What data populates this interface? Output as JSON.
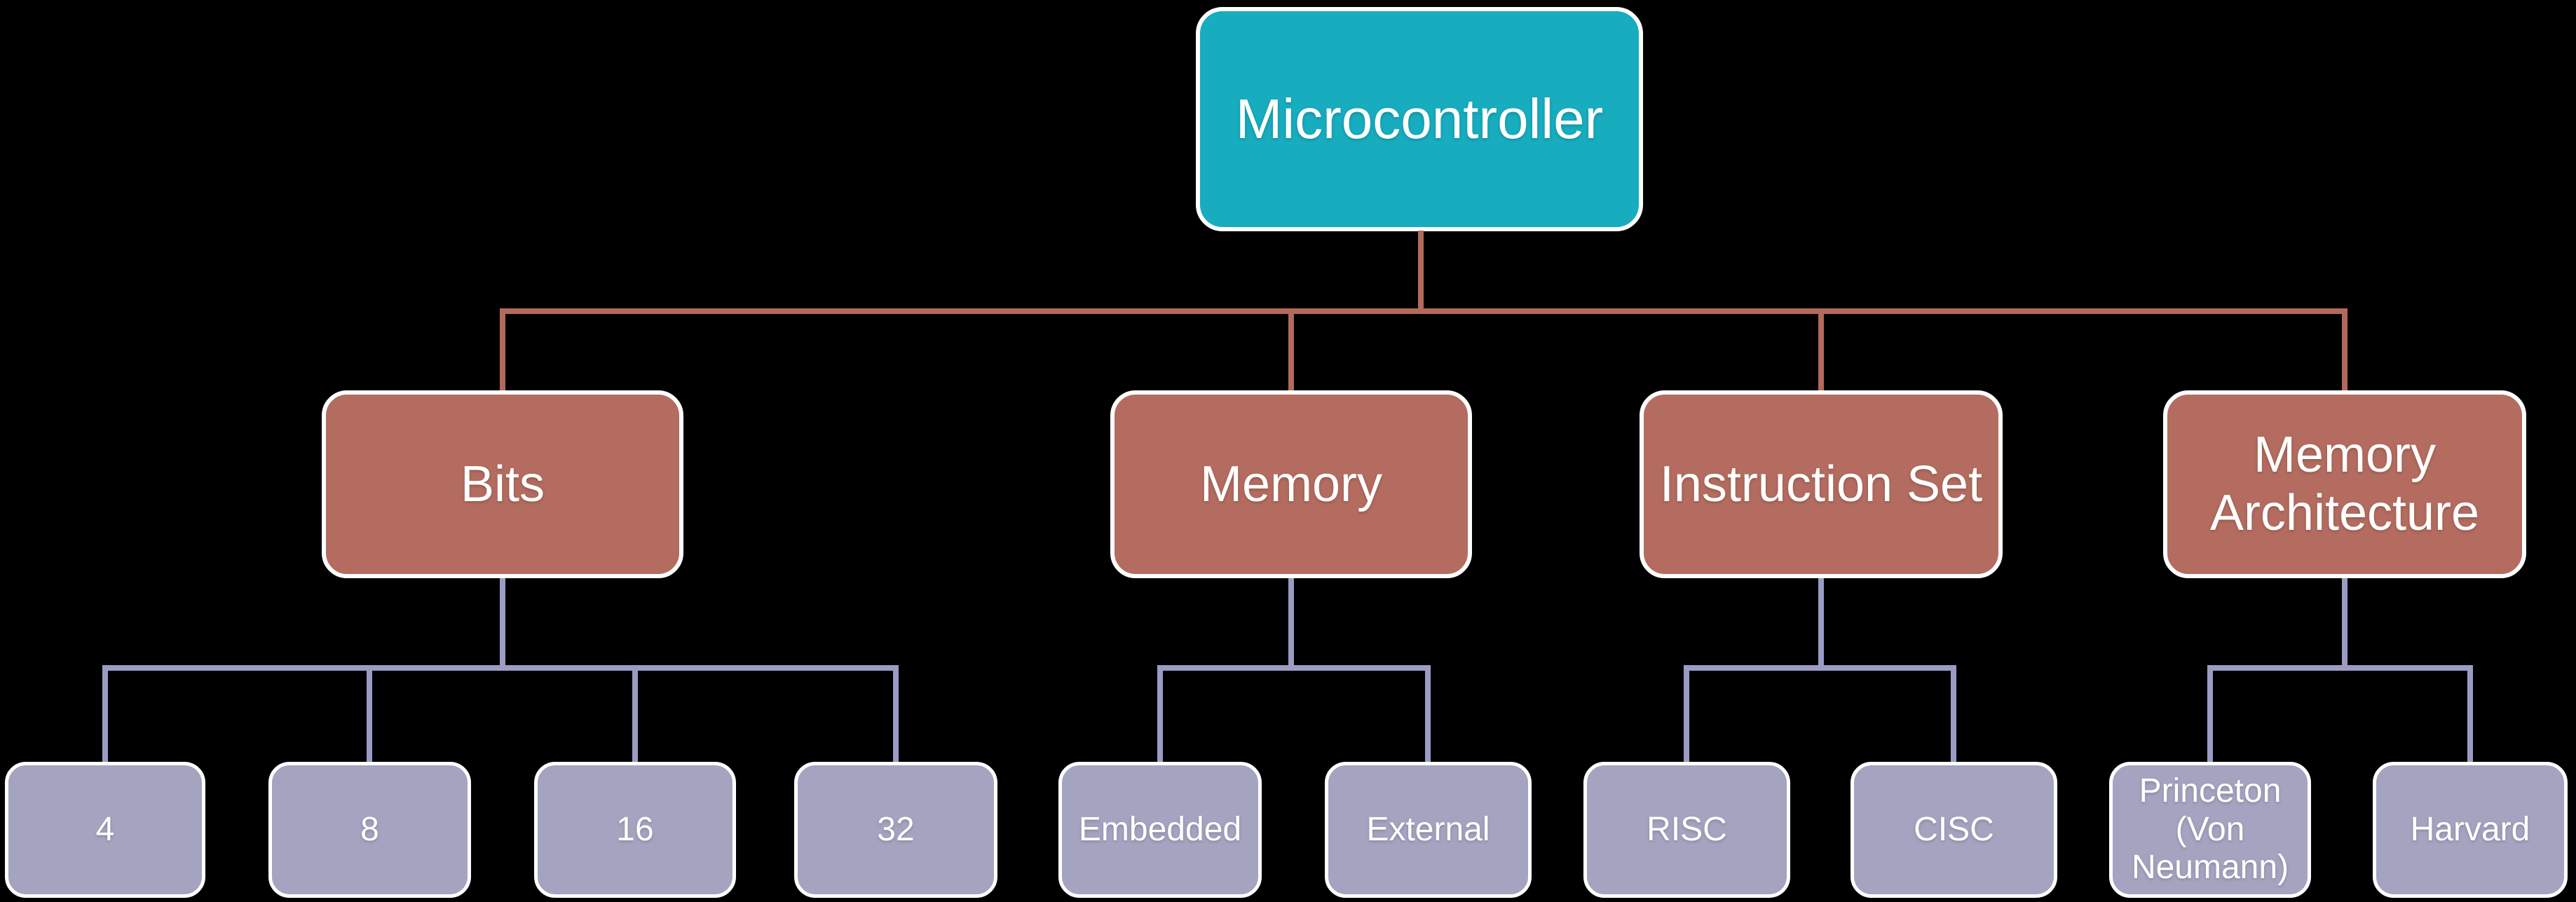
{
  "diagram": {
    "root": {
      "label": "Microcontroller"
    },
    "branches": [
      {
        "label": "Bits",
        "children": [
          {
            "label": "4"
          },
          {
            "label": "8"
          },
          {
            "label": "16"
          },
          {
            "label": "32"
          }
        ]
      },
      {
        "label": "Memory",
        "children": [
          {
            "label": "Embedded"
          },
          {
            "label": "External"
          }
        ]
      },
      {
        "label": "Instruction Set",
        "children": [
          {
            "label": "RISC"
          },
          {
            "label": "CISC"
          }
        ]
      },
      {
        "label": "Memory Architecture",
        "children": [
          {
            "label": "Princeton (Von Neumann)"
          },
          {
            "label": "Harvard"
          }
        ]
      }
    ],
    "colors": {
      "background": "#000000",
      "root_fill": "#17ACBE",
      "branch_fill": "#B36C5F",
      "branch_line": "#B16A5C",
      "leaf_fill": "#A4A4C1",
      "leaf_line": "#9B9CC4",
      "node_border": "#FFFFFF",
      "text": "#FFFFFF"
    }
  }
}
